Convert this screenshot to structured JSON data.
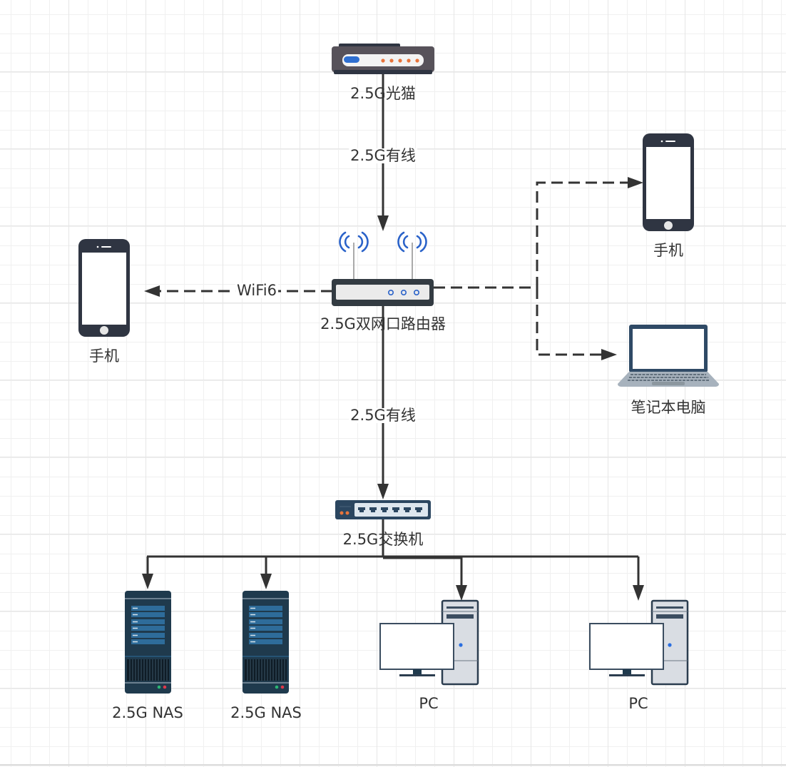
{
  "diagram": {
    "nodes": {
      "modem": {
        "label": "2.5G光猫",
        "icon": "optical-modem-icon"
      },
      "router": {
        "label": "2.5G双网口路由器",
        "icon": "wifi-router-icon"
      },
      "phone_left": {
        "label": "手机",
        "icon": "smartphone-icon"
      },
      "phone_right": {
        "label": "手机",
        "icon": "smartphone-icon"
      },
      "laptop": {
        "label": "笔记本电脑",
        "icon": "laptop-icon"
      },
      "switch": {
        "label": "2.5G交换机",
        "icon": "network-switch-icon"
      },
      "nas1": {
        "label": "2.5G NAS",
        "icon": "server-tower-icon"
      },
      "nas2": {
        "label": "2.5G NAS",
        "icon": "server-tower-icon"
      },
      "pc1": {
        "label": "PC",
        "icon": "desktop-pc-icon"
      },
      "pc2": {
        "label": "PC",
        "icon": "desktop-pc-icon"
      }
    },
    "edges": {
      "modem_router": {
        "label": "2.5G有线",
        "style": "solid"
      },
      "router_switch": {
        "label": "2.5G有线",
        "style": "solid"
      },
      "router_phone_left": {
        "label": "WiFi6",
        "style": "dashed"
      },
      "router_phone_right": {
        "label": "",
        "style": "dashed"
      },
      "router_laptop": {
        "label": "",
        "style": "dashed"
      },
      "switch_nas1": {
        "label": "",
        "style": "solid"
      },
      "switch_nas2": {
        "label": "",
        "style": "solid"
      },
      "switch_pc1": {
        "label": "",
        "style": "solid"
      },
      "switch_pc2": {
        "label": "",
        "style": "solid"
      }
    },
    "colors": {
      "edge": "#333333",
      "device_dark": "#2f3542",
      "modem_body": "#57525a",
      "modem_led_blue": "#2f6fd0",
      "modem_led_orange": "#e8743b",
      "wifi_blue": "#2a62c9",
      "server_body": "#1f3a4d",
      "server_bay": "#2e6c9a",
      "pc_case": "#d9dde3",
      "pc_frame": "#2b3d4f"
    }
  }
}
